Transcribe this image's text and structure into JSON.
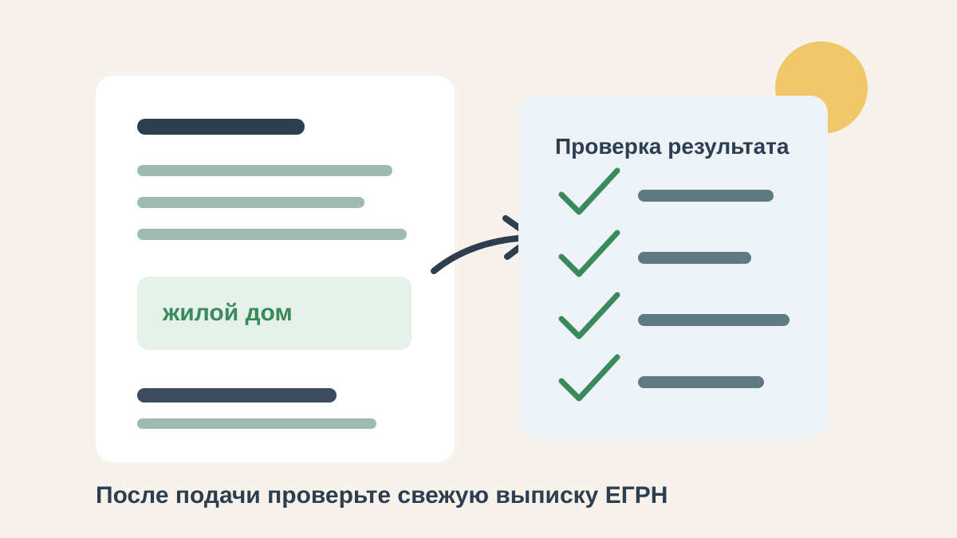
{
  "document": {
    "highlight_text": "жилой дом"
  },
  "checklist": {
    "heading": "Проверка результата",
    "item_count": 4
  },
  "caption": "После подачи проверьте свежую выписку ЕГРН",
  "colors": {
    "background": "#f7f3ec",
    "card": "#ffffff",
    "check_card": "#eef3f7",
    "dark_navy": "#2d3e50",
    "sage": "#9fbab0",
    "green": "#3a8a5c",
    "highlight_bg": "#e5f1e9",
    "slate": "#5f7a82",
    "sun": "#efc86a"
  },
  "icons": [
    "arrow-right-icon",
    "checkmark-icon",
    "sun-circle"
  ]
}
